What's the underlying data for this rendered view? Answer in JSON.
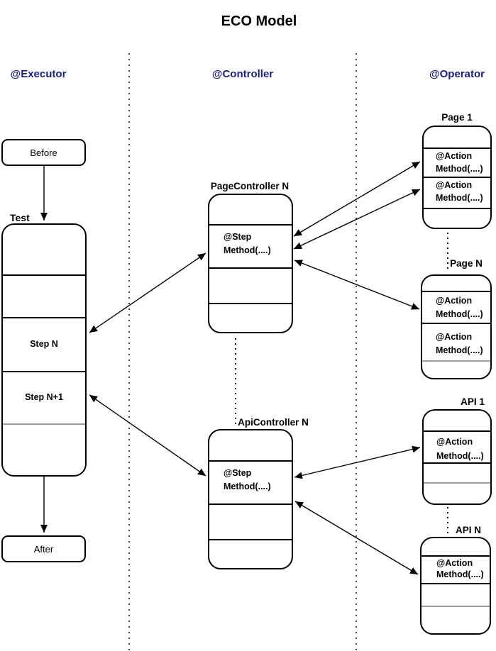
{
  "title": "ECO Model",
  "colors": {
    "header_text": "#1c1c84",
    "line": "#000000",
    "separator_dots": "#3d3d79",
    "gray_divider": "#9e9e9e",
    "background": "#ffffff"
  },
  "columns": {
    "executor": "@Executor",
    "controller": "@Controller",
    "operator": "@Operator"
  },
  "executor": {
    "before": "Before",
    "test_title": "Test",
    "step_n": "Step N",
    "step_n_plus_1": "Step N+1",
    "after": "After"
  },
  "controller": {
    "page_controller": {
      "title": "PageController N",
      "step": "@Step",
      "method": "Method(....)"
    },
    "api_controller": {
      "title": "ApiController N",
      "step": "@Step",
      "method": "Method(....)"
    }
  },
  "operator": {
    "page1": {
      "title": "Page 1",
      "action1": "@Action",
      "method1": "Method(....)",
      "action2": "@Action",
      "method2": "Method(....)"
    },
    "pageN": {
      "title": "Page N",
      "action1": "@Action",
      "method1": "Method(....)",
      "action2": "@Action",
      "method2": "Method(....)"
    },
    "api1": {
      "title": "API 1",
      "action1": "@Action",
      "method1": "Method(....)"
    },
    "apiN": {
      "title": "API N",
      "action1": "@Action",
      "method1": "Method(....)"
    }
  }
}
